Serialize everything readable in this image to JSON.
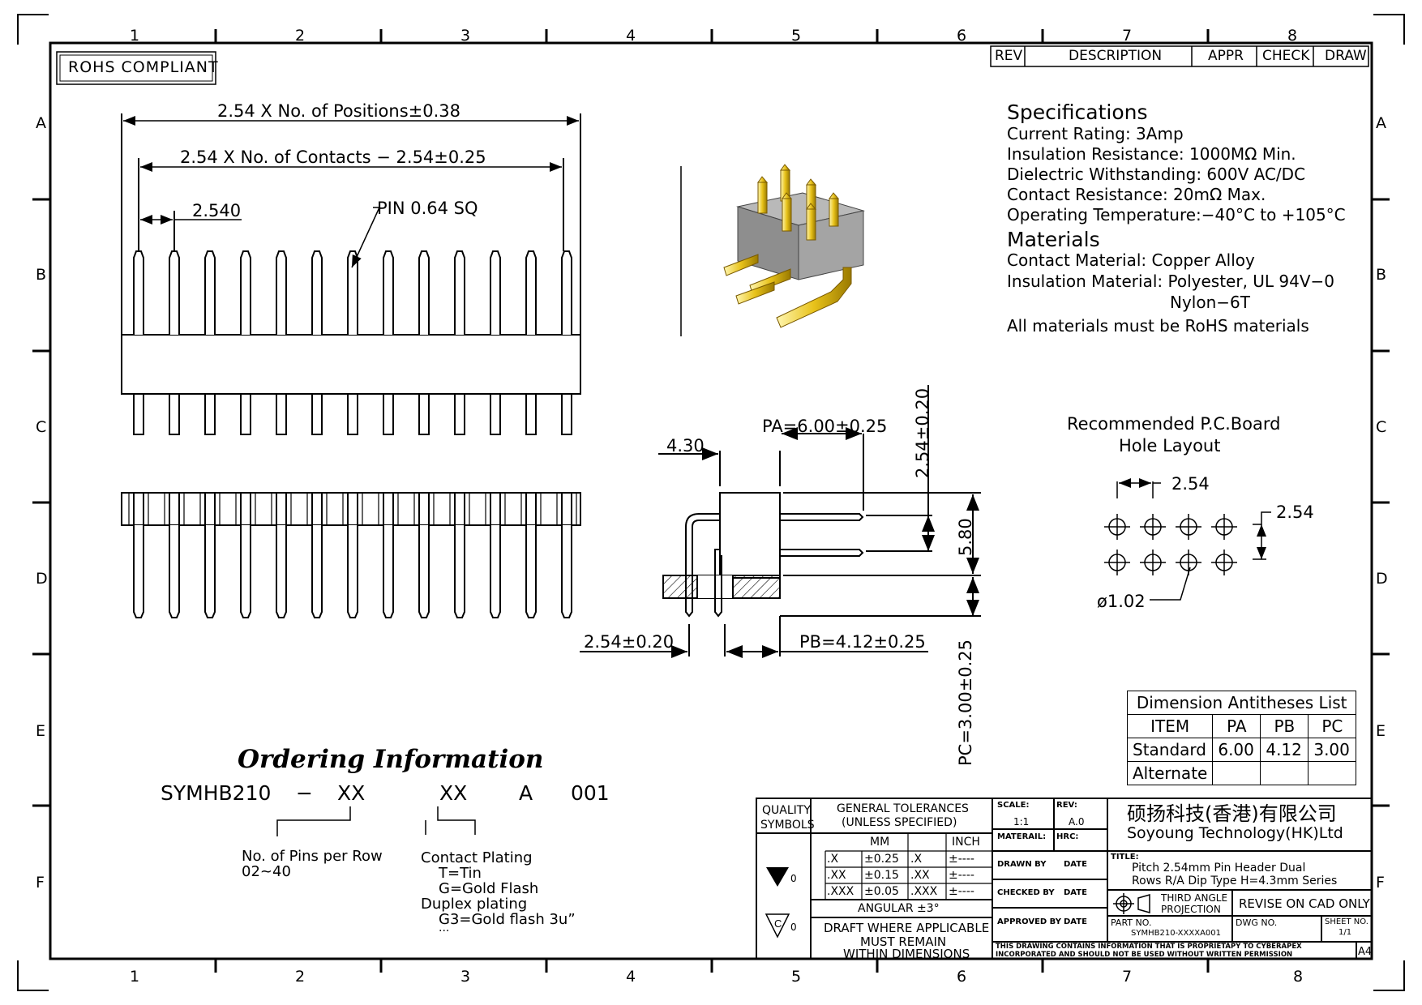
{
  "border": {
    "columns": [
      "1",
      "2",
      "3",
      "4",
      "5",
      "6",
      "7",
      "8"
    ],
    "rows": [
      "A",
      "B",
      "C",
      "D",
      "E",
      "F"
    ]
  },
  "badge": "ROHS COMPLIANT",
  "revision_block": {
    "rev": "REV",
    "description": "DESCRIPTION",
    "appr": "APPR",
    "check": "CHECK",
    "draw": "DRAW"
  },
  "top_view": {
    "dim_positions": "2.54 X No. of Positions±0.38",
    "dim_contacts": "2.54 X No. of Contacts − 2.54±0.25",
    "dim_pitch": "2.540",
    "pin_label": "PIN 0.64 SQ"
  },
  "specifications": {
    "title": "Specifications",
    "lines": [
      "Current Rating:   3Amp",
      "Insulation Resistance: 1000MΩ Min.",
      "Dielectric Withstanding:   600V AC/DC",
      "Contact Resistance:   20mΩ Max.",
      "Operating Temperature:−40°C to +105°C"
    ],
    "materials_title": "Materials",
    "materials": [
      "Contact Material: Copper Alloy",
      "Insulation Material: Polyester, UL 94V−0",
      "Nylon−6T",
      "All materials must be RoHS materials"
    ]
  },
  "side_view": {
    "pa": "PA=6.00±0.25",
    "dim_430": "4.30",
    "dim_vert_254": "2.54±0.20",
    "dim_580": "5.80",
    "dim_pc": "PC=3.00±0.25",
    "dim_bottom_254": "2.54±0.20",
    "pb": "PB=4.12±0.25"
  },
  "pcb_layout": {
    "title1": "Recommended P.C.Board",
    "title2": "Hole Layout",
    "pitch_x": "2.54",
    "pitch_y": "2.54",
    "hole": "ø1.02"
  },
  "dim_table": {
    "title": "Dimension Antitheses List",
    "headers": [
      "ITEM",
      "PA",
      "PB",
      "PC"
    ],
    "rows": [
      [
        "Standard",
        "6.00",
        "4.12",
        "3.00"
      ],
      [
        "Alternate",
        "",
        "",
        ""
      ]
    ]
  },
  "ordering": {
    "title": "Ordering Information",
    "code": [
      "SYMHB210",
      "−",
      "XX",
      "XX",
      "A",
      "001"
    ],
    "pins_label": "No. of Pins per Row",
    "pins_range": "02~40",
    "plating_lines": [
      "Contact Plating",
      "T=Tin",
      "G=Gold Flash",
      "Duplex plating",
      "G3=Gold flash 3u”",
      "..."
    ]
  },
  "title_block": {
    "quality": "QUALITY",
    "symbols": "SYMBOLS",
    "gt1": "GENERAL TOLERANCES",
    "gt2": "(UNLESS SPECIFIED)",
    "mm": "MM",
    "inch": "INCH",
    "tol_rows": [
      [
        ".X",
        "±0.25",
        ".X",
        "±----"
      ],
      [
        ".XX",
        "±0.15",
        ".XX",
        "±----"
      ],
      [
        ".XXX",
        "±0.05",
        ".XXX",
        "±----"
      ]
    ],
    "angular": "ANGULAR ±3°",
    "sym1": "0",
    "sym2": "0",
    "draft": [
      "DRAFT WHERE APPLICABLE",
      "MUST REMAIN",
      "WITHIN DIMENSIONS"
    ],
    "scale_label": "SCALE:",
    "scale": "1:1",
    "rev_label": "REV:",
    "rev": "A.0",
    "material_label": "MATERAIL:",
    "hrc_label": "HRC:",
    "drawn": "DRAWN BY",
    "checked": "CHECKED BY",
    "approved": "APPROVED BY",
    "date": "DATE",
    "company_cn": "硕扬科技(香港)有限公司",
    "company_en": "Soyoung Technology(HK)Ltd",
    "title_label": "TITLE:",
    "title1": "Pitch 2.54mm Pin Header Dual",
    "title2": "Rows R/A Dip Type H=4.3mm Series",
    "projection1": "THIRD ANGLE",
    "projection2": "PROJECTION",
    "revise": "REVISE ON CAD ONLY",
    "part_label": "PART NO.",
    "part": "SYMHB210-XXXXA001",
    "dwg_label": "DWG NO.",
    "sheet_label": "SHEET NO.",
    "sheet": "1/1",
    "notice1": "THIS DRAWING CONTAINS INFORMATION THAT IS PROPRIETAPY TO CYBERAPEX",
    "notice2": "INCORPORATED AND SHOULD NOT BE USED WITHOUT WRITTEN PERMISSION",
    "size": "A4"
  },
  "colors": {
    "gold": "#e8c21a",
    "body": "#9a9a9a",
    "line": "#000000"
  }
}
